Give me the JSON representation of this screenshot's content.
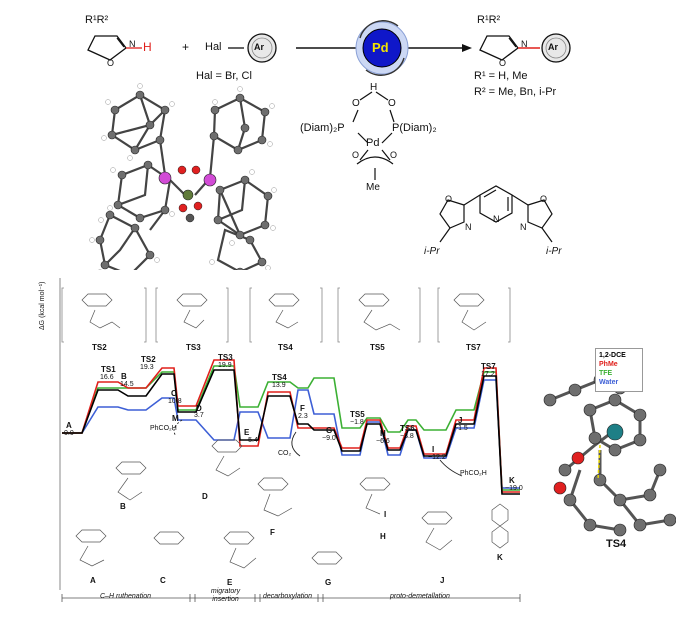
{
  "reaction": {
    "r1r2_left": "R¹R²",
    "h_label": "H",
    "plus": "+",
    "hal": "Hal",
    "ar": "Ar",
    "pd": "Pd",
    "r1r2_right": "R¹R²",
    "hal_def": "Hal = Br, Cl",
    "r1_def": "R¹ = H, Me",
    "r2_def": "R² = Me, Bn, i-Pr",
    "n_label": "N",
    "o_label": "O"
  },
  "catalyst": {
    "h": "H",
    "o": "O",
    "p_left": "(Diam)₂P",
    "p_right": "P(Diam)₂",
    "pd": "Pd",
    "me": "Me",
    "ipr_left": "i-Pr",
    "ipr_right": "i-Pr",
    "n": "N"
  },
  "diagram": {
    "yaxis_label": "ΔG (kcal mol⁻¹)",
    "ts_labels": [
      "TS2",
      "TS3",
      "TS4",
      "TS5",
      "TS7"
    ],
    "legend": [
      {
        "name": "1,2-DCE",
        "color": "#000000"
      },
      {
        "name": "PhMe",
        "color": "#e0201c"
      },
      {
        "name": "TFE",
        "color": "#3cb034"
      },
      {
        "name": "Water",
        "color": "#3d5fd6"
      }
    ],
    "points": [
      {
        "id": "A",
        "value": "0.0"
      },
      {
        "id": "TS1",
        "value": "16.6"
      },
      {
        "id": "B",
        "value": "14.5"
      },
      {
        "id": "TS2",
        "value": "19.3"
      },
      {
        "id": "C",
        "value": "10.8"
      },
      {
        "id": "M",
        "value": ""
      },
      {
        "id": "D",
        "value": "3.7"
      },
      {
        "id": "TS3",
        "value": "19.9"
      },
      {
        "id": "E",
        "value": "−5.4"
      },
      {
        "id": "TS4",
        "value": "13.9"
      },
      {
        "id": "F",
        "value": "2.3"
      },
      {
        "id": "G",
        "value": "−9.0"
      },
      {
        "id": "TS5",
        "value": "−1.8"
      },
      {
        "id": "H",
        "value": "−6.6"
      },
      {
        "id": "TS6",
        "value": "−3.8"
      },
      {
        "id": "I",
        "value": "−12.2"
      },
      {
        "id": "J",
        "value": "−1.5"
      },
      {
        "id": "TS7",
        "value": "17.2"
      },
      {
        "id": "K",
        "value": "−19.0"
      }
    ],
    "annotations": {
      "phco2h_1": "PhCO₂H",
      "co2": "CO₂",
      "phco2h_2": "PhCO₂H"
    },
    "structure_labels": [
      "B",
      "D",
      "A",
      "C",
      "E",
      "F",
      "G",
      "H",
      "I",
      "J",
      "K"
    ],
    "phases": [
      "C–H ruthenation",
      "migratory insertion",
      "decarboxylation",
      "proto-demetallation"
    ],
    "ts4_label": "TS4"
  }
}
